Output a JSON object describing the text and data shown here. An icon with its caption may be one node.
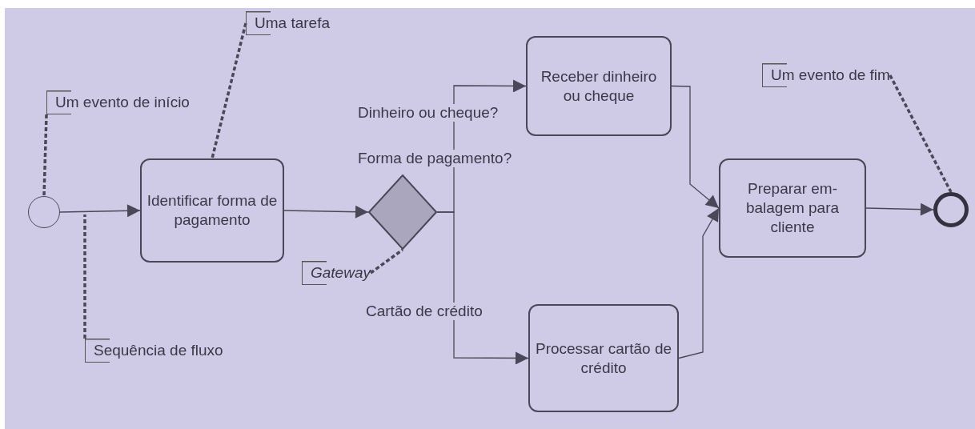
{
  "diagram": {
    "nodes": [
      {
        "text": [],
        "shape": "circle"
      },
      {
        "text": [
          "Identificar forma de pagamento"
        ]
      },
      {
        "text": [],
        "shape": "diamond",
        "beside": [
          "Forma de pagamento?"
        ]
      },
      {
        "text": [
          "Receber dinheiro ou cheque"
        ]
      },
      {
        "text": [
          "Processar cartão de crédito"
        ]
      },
      {
        "text": [
          "Preparar em- balagem para cliente"
        ]
      },
      {
        "text": [],
        "shape": "circle"
      },
      {
        "text": [
          "Um evento de início"
        ]
      },
      {
        "text": [
          "Uma tarefa"
        ]
      },
      {
        "text": [
          "*Gateway*"
        ]
      },
      {
        "text": [
          "Sequência de fluxo"
        ]
      },
      {
        "text": [
          "Um evento de fim"
        ]
      }
    ],
    "edges": [
      {
        "from": 0,
        "to": 1,
        "arrow": "to"
      },
      {
        "from": 1,
        "to": 2,
        "arrow": "to"
      },
      {
        "from": 2,
        "to": 3,
        "arrow": "to",
        "label": "Dinheiro ou cheque?"
      },
      {
        "from": 2,
        "to": 4,
        "arrow": "to",
        "label": "Cartão de crédito"
      },
      {
        "from": 3,
        "to": 5,
        "arrow": "to"
      },
      {
        "from": 4,
        "to": 5,
        "arrow": "to"
      },
      {
        "from": 5,
        "to": 6,
        "arrow": "to"
      },
      {
        "from": 7,
        "to": 0,
        "arrow": "none",
        "style": "dashed"
      },
      {
        "from": 8,
        "to": 1,
        "arrow": "none",
        "style": "dashed"
      },
      {
        "from": 9,
        "to": 2,
        "arrow": "none",
        "style": "dashed"
      },
      {
        "from": 10,
        "to": null,
        "arrow": "none",
        "style": "dashed"
      },
      {
        "from": 11,
        "to": 6,
        "arrow": "none",
        "style": "dashed"
      }
    ]
  }
}
